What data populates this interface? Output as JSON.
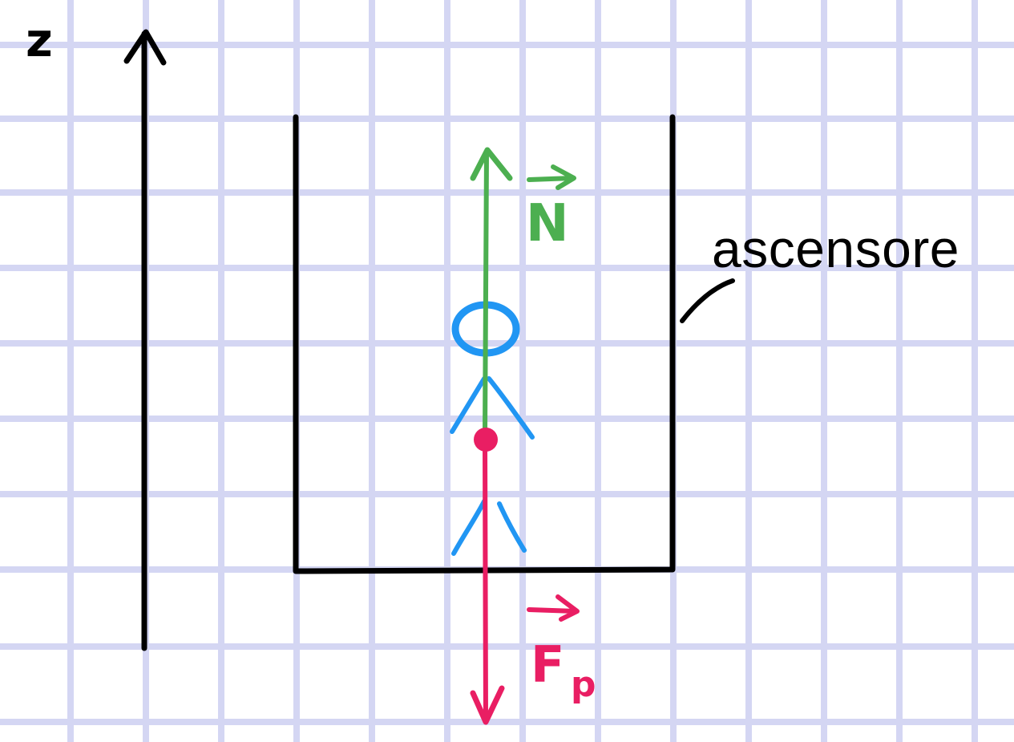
{
  "diagram": {
    "axis_label": "z",
    "elevator_label": "ascensore",
    "force_normal_label": "N",
    "force_weight_label": "F",
    "force_weight_subscript": "p"
  },
  "colors": {
    "grid": "#d4d6f3",
    "axis": "#000000",
    "elevator": "#000000",
    "normal_force": "#4caf50",
    "weight_force": "#e91e63",
    "person": "#2196f3"
  }
}
